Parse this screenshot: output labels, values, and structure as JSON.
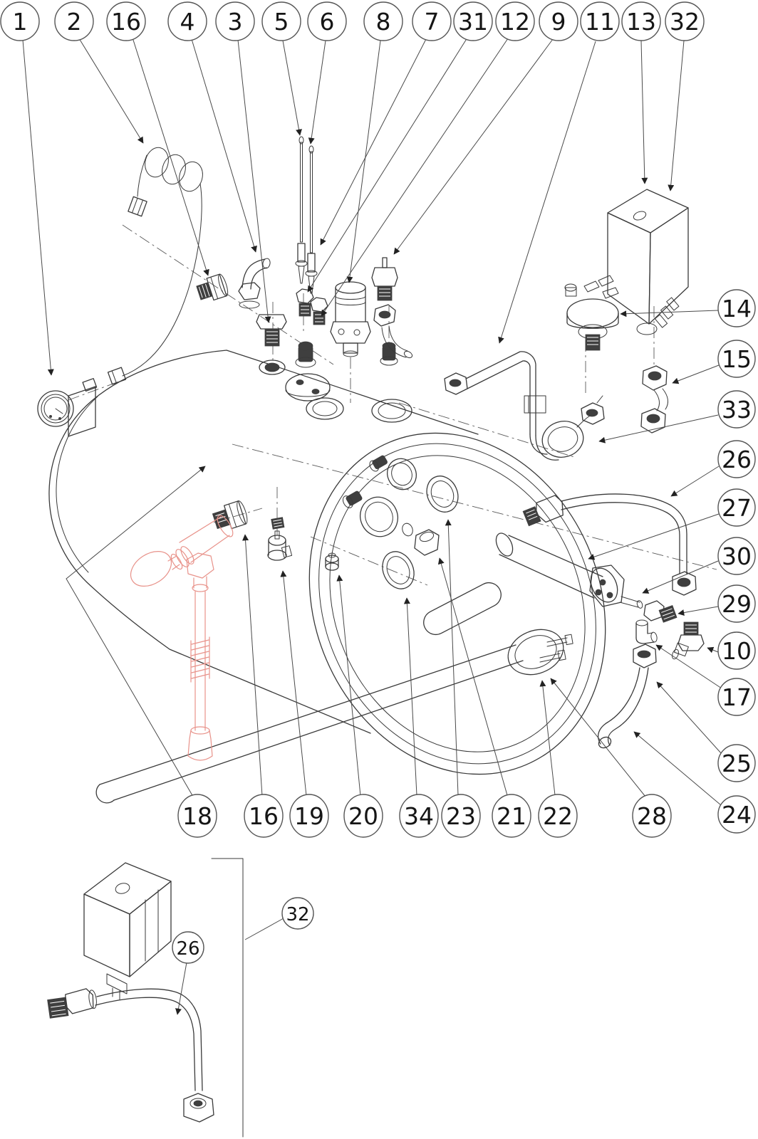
{
  "figure": {
    "type": "exploded-parts-diagram",
    "subject": "boiler assembly exploded view",
    "background_color": "#ffffff",
    "line_color": "#3a3a3a",
    "highlight_color": "#e8928a"
  },
  "callouts": {
    "top": [
      "1",
      "2",
      "16",
      "4",
      "3",
      "5",
      "6",
      "8",
      "7",
      "31",
      "12",
      "9",
      "11",
      "13",
      "32"
    ],
    "right": [
      "14",
      "15",
      "33",
      "26",
      "27",
      "30",
      "29",
      "10",
      "17",
      "25",
      "24"
    ],
    "bottom": [
      "18",
      "16",
      "19",
      "20",
      "34",
      "23",
      "21",
      "22",
      "28"
    ],
    "inset": [
      "32",
      "26"
    ]
  }
}
